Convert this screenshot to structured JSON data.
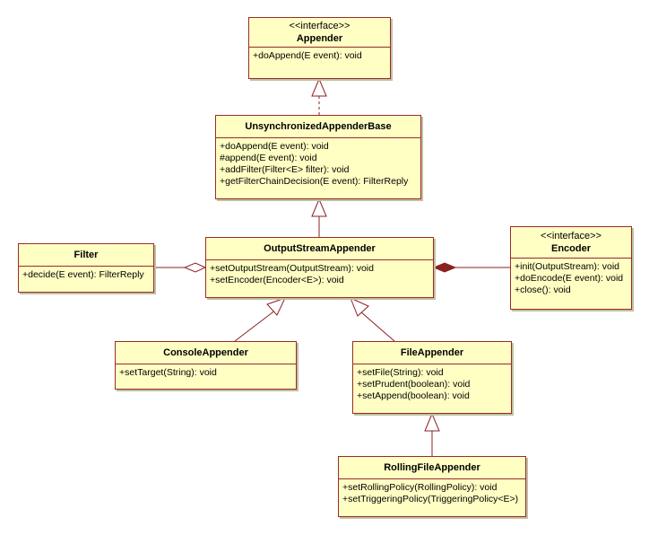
{
  "classes": {
    "appender": {
      "stereotype": "<<interface>>",
      "name": "Appender",
      "methods": [
        "+doAppend(E event): void"
      ]
    },
    "unsync_base": {
      "name": "UnsynchronizedAppenderBase",
      "methods": [
        "+doAppend(E event): void",
        "#append(E event): void",
        "+addFilter(Filter<E> filter): void",
        "+getFilterChainDecision(E event): FilterReply"
      ]
    },
    "filter": {
      "name": "Filter",
      "methods": [
        "+decide(E event): FilterReply"
      ]
    },
    "output_stream": {
      "name": "OutputStreamAppender",
      "methods": [
        "+setOutputStream(OutputStream): void",
        "+setEncoder(Encoder<E>): void"
      ]
    },
    "encoder": {
      "stereotype": "<<interface>>",
      "name": "Encoder",
      "methods": [
        "+init(OutputStream): void",
        "+doEncode(E event): void",
        "+close(): void"
      ]
    },
    "console": {
      "name": "ConsoleAppender",
      "methods": [
        "+setTarget(String): void"
      ]
    },
    "file": {
      "name": "FileAppender",
      "methods": [
        "+setFile(String): void",
        "+setPrudent(boolean): void",
        "+setAppend(boolean): void"
      ]
    },
    "rolling": {
      "name": "RollingFileAppender",
      "methods": [
        "+setRollingPolicy(RollingPolicy): void",
        "+setTriggeringPolicy(TriggeringPolicy<E>)"
      ]
    }
  },
  "colors": {
    "class_fill": "#ffffc4",
    "border": "#9a2a2a",
    "line": "#8b2020"
  }
}
